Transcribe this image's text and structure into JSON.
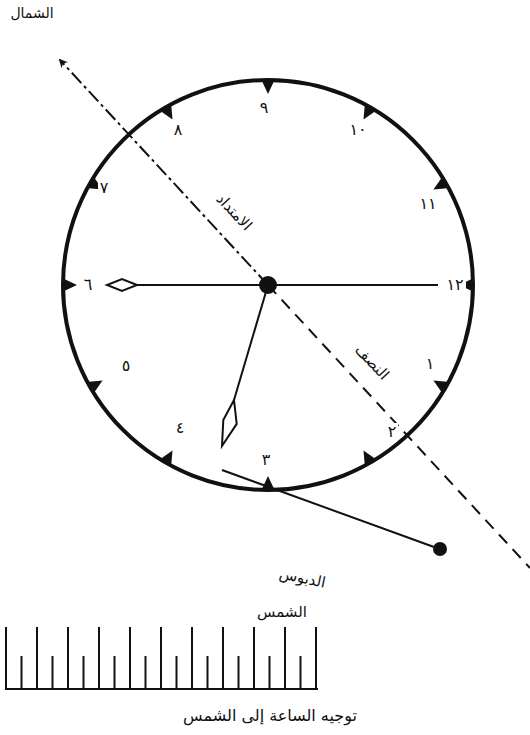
{
  "diagram": {
    "caption": "توجيه الساعة إلى الشمس",
    "labels": [
      "الشمال",
      "٩",
      "٨",
      "١٠",
      "٧",
      "١١",
      "٦",
      "١٢",
      "٥",
      "١",
      "٤",
      "٢",
      "٣",
      "الامتداد",
      "النصف",
      "الدبوس",
      "الشمس"
    ]
  }
}
